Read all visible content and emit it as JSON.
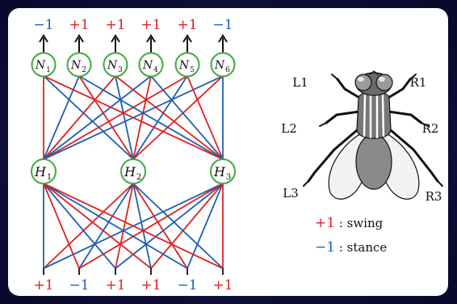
{
  "colors": {
    "red": "#e02020",
    "blue": "#1f5fb0",
    "node": "#3faa3f",
    "fly_body": "#6b6b6b"
  },
  "output_signs": [
    "−1",
    "+1",
    "+1",
    "+1",
    "+1",
    "−1"
  ],
  "input_signs": [
    "+1",
    "−1",
    "+1",
    "+1",
    "−1",
    "+1"
  ],
  "output_nodes": [
    {
      "base": "N",
      "sub": "1"
    },
    {
      "base": "N",
      "sub": "2"
    },
    {
      "base": "N",
      "sub": "3"
    },
    {
      "base": "N",
      "sub": "4"
    },
    {
      "base": "N",
      "sub": "5"
    },
    {
      "base": "N",
      "sub": "6"
    }
  ],
  "hidden_nodes": [
    {
      "base": "H",
      "sub": "1"
    },
    {
      "base": "H",
      "sub": "2"
    },
    {
      "base": "H",
      "sub": "3"
    }
  ],
  "leg_labels": {
    "L1": "L1",
    "R1": "R1",
    "L2": "L2",
    "R2": "R2",
    "L3": "L3",
    "R3": "R3"
  },
  "legend": {
    "swing_value": "+1",
    "swing_text": " : swing",
    "stance_value": "−1",
    "stance_text": " : stance"
  },
  "icon": "housefly-icon"
}
